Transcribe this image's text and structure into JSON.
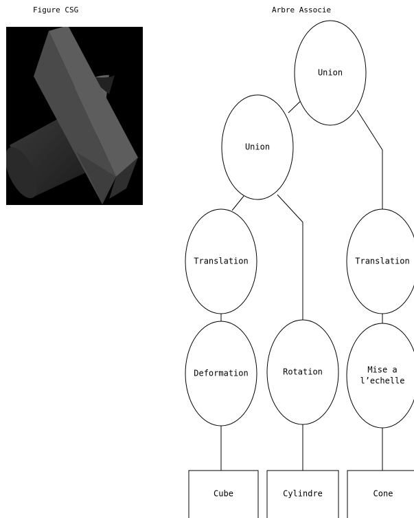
{
  "figure": {
    "title": "Figure CSG",
    "background": "#000000"
  },
  "tree": {
    "title": "Arbre Associe",
    "nodes": {
      "union_root": {
        "label": [
          "Union"
        ],
        "shape": "ellipse"
      },
      "union_left": {
        "label": [
          "Union"
        ],
        "shape": "ellipse"
      },
      "translation_left": {
        "label": [
          "Translation"
        ],
        "shape": "ellipse"
      },
      "translation_right": {
        "label": [
          "Translation"
        ],
        "shape": "ellipse"
      },
      "deformation": {
        "label": [
          "Deformation"
        ],
        "shape": "ellipse"
      },
      "rotation": {
        "label": [
          "Rotation"
        ],
        "shape": "ellipse"
      },
      "mise_a_echelle": {
        "label": [
          "Mise a",
          "l’echelle"
        ],
        "shape": "ellipse"
      },
      "cube": {
        "label": [
          "Cube"
        ],
        "shape": "rect"
      },
      "cylindre": {
        "label": [
          "Cylindre"
        ],
        "shape": "rect"
      },
      "cone": {
        "label": [
          "Cone"
        ],
        "shape": "rect"
      }
    },
    "edges": [
      [
        "union_root",
        "union_left"
      ],
      [
        "union_root",
        "translation_right"
      ],
      [
        "union_left",
        "translation_left"
      ],
      [
        "union_left",
        "rotation"
      ],
      [
        "translation_left",
        "deformation"
      ],
      [
        "translation_right",
        "mise_a_echelle"
      ],
      [
        "deformation",
        "cube"
      ],
      [
        "rotation",
        "cylindre"
      ],
      [
        "mise_a_echelle",
        "cone"
      ]
    ]
  }
}
